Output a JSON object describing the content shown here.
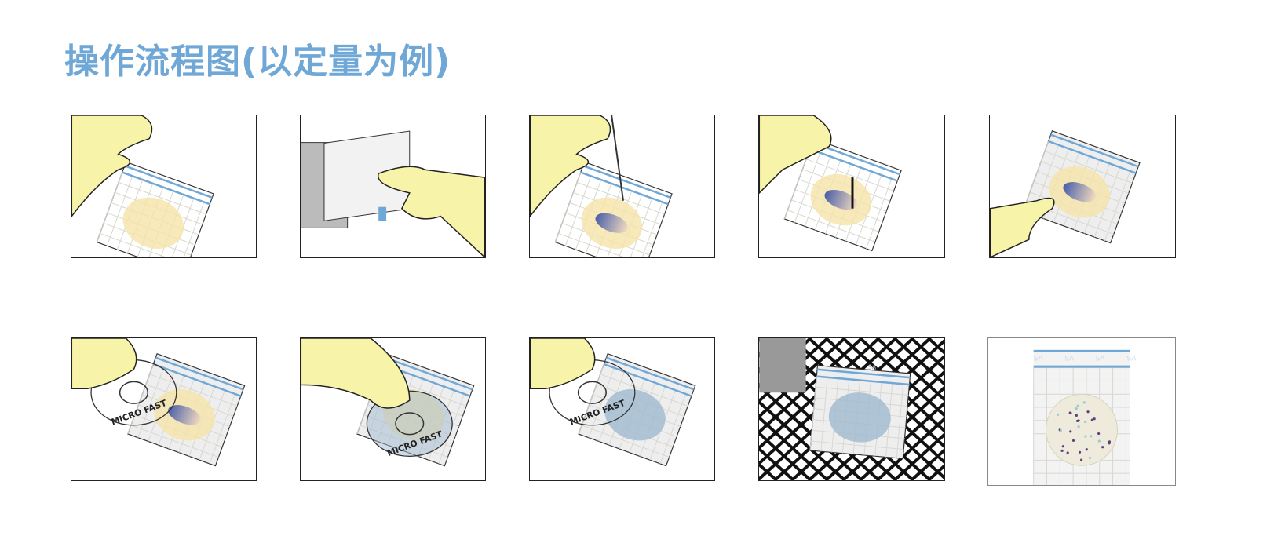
{
  "title": "操作流程图(以定量为例)",
  "colors": {
    "title": "#6fa8d6",
    "hand": "#f7f3a8",
    "sample": "#f5e4a8",
    "inoculum": "#4a5fa8",
    "film_stripe": "#6fa8d6",
    "spreader": "#9fbad0",
    "incubator_rack": "#111111"
  },
  "spreader_label": "MICRO FAST",
  "strip_label": "SA",
  "steps": [
    {
      "icon": "lift-top-film-icon"
    },
    {
      "icon": "take-plate-from-pack-icon"
    },
    {
      "icon": "pipette-sample-icon"
    },
    {
      "icon": "lower-top-film-icon"
    },
    {
      "icon": "film-covered-plate-icon"
    },
    {
      "icon": "place-spreader-icon"
    },
    {
      "icon": "press-spreader-icon"
    },
    {
      "icon": "remove-spreader-icon"
    },
    {
      "icon": "incubate-plate-icon"
    },
    {
      "icon": "count-colonies-icon"
    }
  ]
}
